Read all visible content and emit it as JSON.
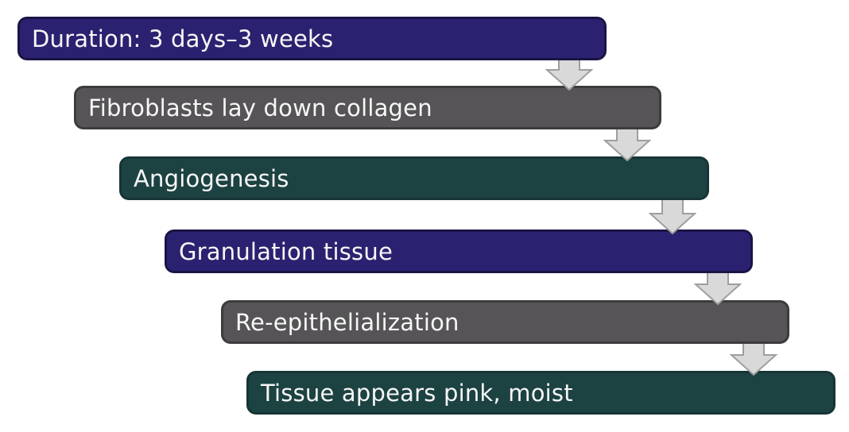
{
  "diagram": {
    "type": "cascading-step-flow",
    "direction": "down-right",
    "steps": [
      {
        "label": "Duration: 3 days–3 weeks",
        "color": "navy"
      },
      {
        "label": "Fibroblasts lay down collagen",
        "color": "gray"
      },
      {
        "label": "Angiogenesis",
        "color": "teal"
      },
      {
        "label": "Granulation tissue",
        "color": "navy"
      },
      {
        "label": "Re-epithelialization",
        "color": "gray"
      },
      {
        "label": "Tissue appears pink, moist",
        "color": "teal"
      }
    ],
    "connector": "block-arrow-down"
  },
  "colors": {
    "navy": "#2a2270",
    "navy_border": "#1a1446",
    "gray": "#565456",
    "gray_border": "#3d3c3d",
    "teal": "#1d4242",
    "teal_border": "#173535",
    "arrow_fill": "#d9d9d9",
    "arrow_stroke": "#9e9e9e",
    "text": "#f7f7f7",
    "background": "#ffffff"
  }
}
